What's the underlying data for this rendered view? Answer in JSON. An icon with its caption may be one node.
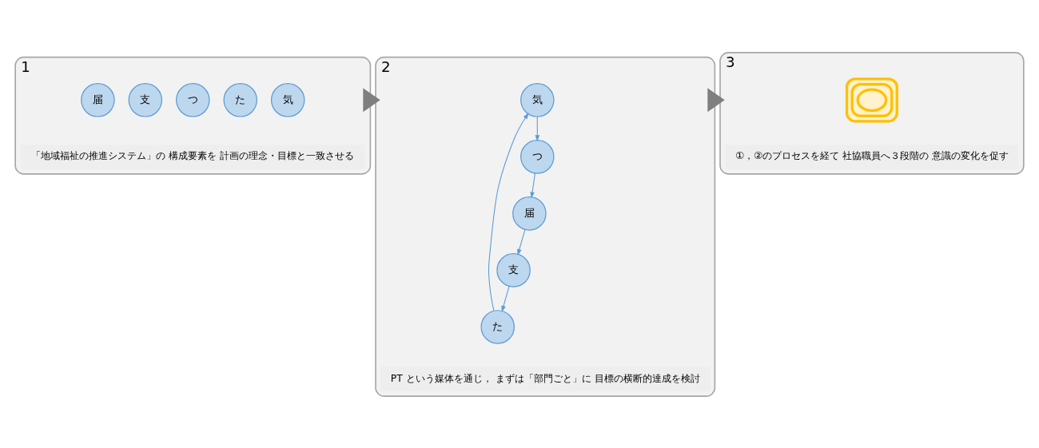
{
  "diagram": {
    "nodes": [
      {
        "text": [
          "1"
        ],
        "beside": [
          "「地域福祉の推進システム」の 構成要素を 計画の理念・目標と一致させる"
        ]
      },
      {
        "text": [
          "気"
        ],
        "in": 0
      },
      {
        "text": [
          "た"
        ],
        "in": 0
      },
      {
        "text": [
          "つ"
        ],
        "in": 0
      },
      {
        "text": [
          "支"
        ],
        "in": 0
      },
      {
        "text": [
          "届"
        ],
        "in": 0
      },
      {
        "text": [
          "2"
        ],
        "beside": [
          "PT という媒体を通じ， まずは「部門ごと」に 目標の横断的達成を検討"
        ]
      },
      {
        "text": [
          "気"
        ],
        "in": 6
      },
      {
        "text": [
          "た"
        ],
        "in": 6
      },
      {
        "text": [
          "つ"
        ],
        "in": 6
      },
      {
        "text": [
          "支"
        ],
        "in": 6
      },
      {
        "text": [
          "届"
        ],
        "in": 6
      },
      {
        "text": [
          "3"
        ],
        "beside": [
          "①，②のプロセスを経て 社協職員へ３段階の 意識の変化を促す"
        ]
      },
      {
        "text": [],
        "shape": "ellipse",
        "in": 12
      },
      {
        "text": [],
        "shape": "ellipse",
        "in": 13
      },
      {
        "text": [],
        "shape": "ellipse",
        "in": 14
      }
    ],
    "edges": [
      {
        "from": 0,
        "to": 6,
        "arrow": "to",
        "style": "thick",
        "color": "#7f7f7f"
      },
      {
        "from": 6,
        "to": 12,
        "arrow": "to",
        "style": "thick",
        "color": "#7f7f7f"
      },
      {
        "from": 7,
        "to": 9,
        "arrow": "to"
      },
      {
        "from": 9,
        "to": 11,
        "arrow": "to"
      },
      {
        "from": 11,
        "to": 10,
        "arrow": "to"
      },
      {
        "from": 10,
        "to": 8,
        "arrow": "to"
      },
      {
        "from": 8,
        "to": 7,
        "arrow": "to"
      }
    ]
  }
}
